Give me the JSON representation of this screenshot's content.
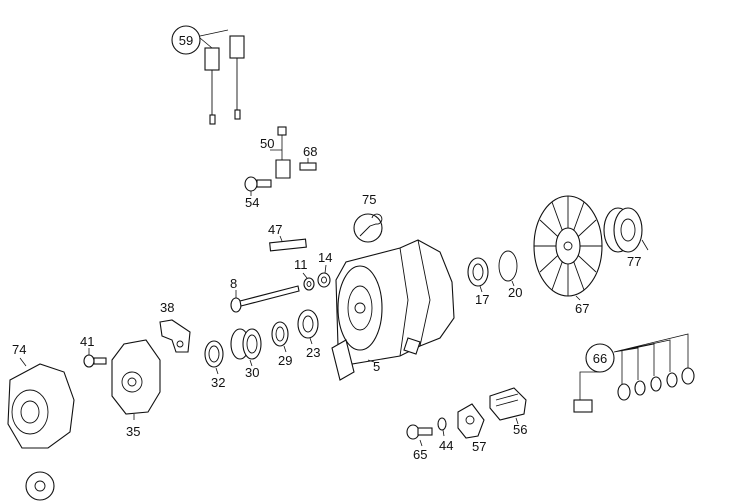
{
  "callouts": {
    "c59": "59",
    "c50": "50",
    "c68": "68",
    "c54": "54",
    "c75": "75",
    "c47": "47",
    "c8": "8",
    "c11": "11",
    "c14": "14",
    "c38": "38",
    "c41": "41",
    "c74": "74",
    "c35": "35",
    "c32": "32",
    "c30": "30",
    "c29": "29",
    "c23": "23",
    "c5": "5",
    "c17": "17",
    "c20": "20",
    "c67": "67",
    "c77": "77",
    "c66": "66",
    "c65": "65",
    "c44": "44",
    "c57": "57",
    "c56": "56"
  },
  "icons": {
    "wrench": "wrench-icon"
  }
}
